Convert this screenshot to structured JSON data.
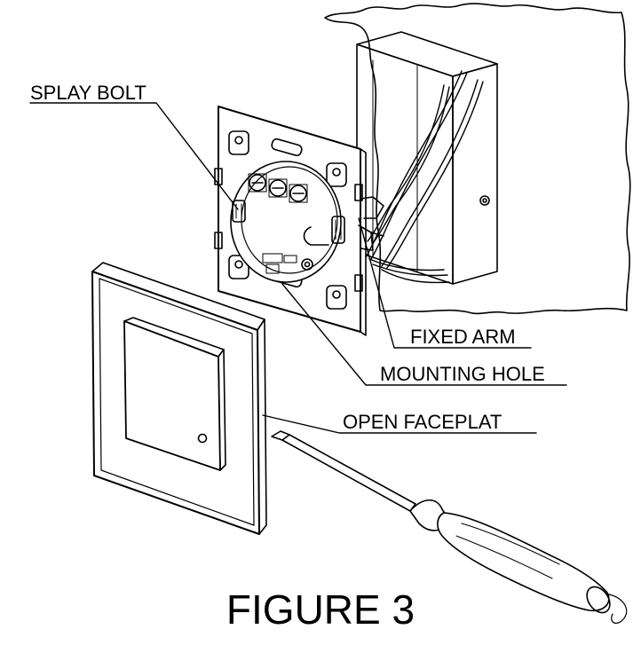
{
  "callouts": {
    "splay_bolt": "SPLAY BOLT",
    "fixed_arm": "FIXED ARM",
    "mounting_hole": "MOUNTING HOLE",
    "open_faceplate": "OPEN FACEPLAT"
  },
  "caption": "FIGURE 3",
  "colors": {
    "ink": "#000000",
    "paper": "#ffffff"
  }
}
